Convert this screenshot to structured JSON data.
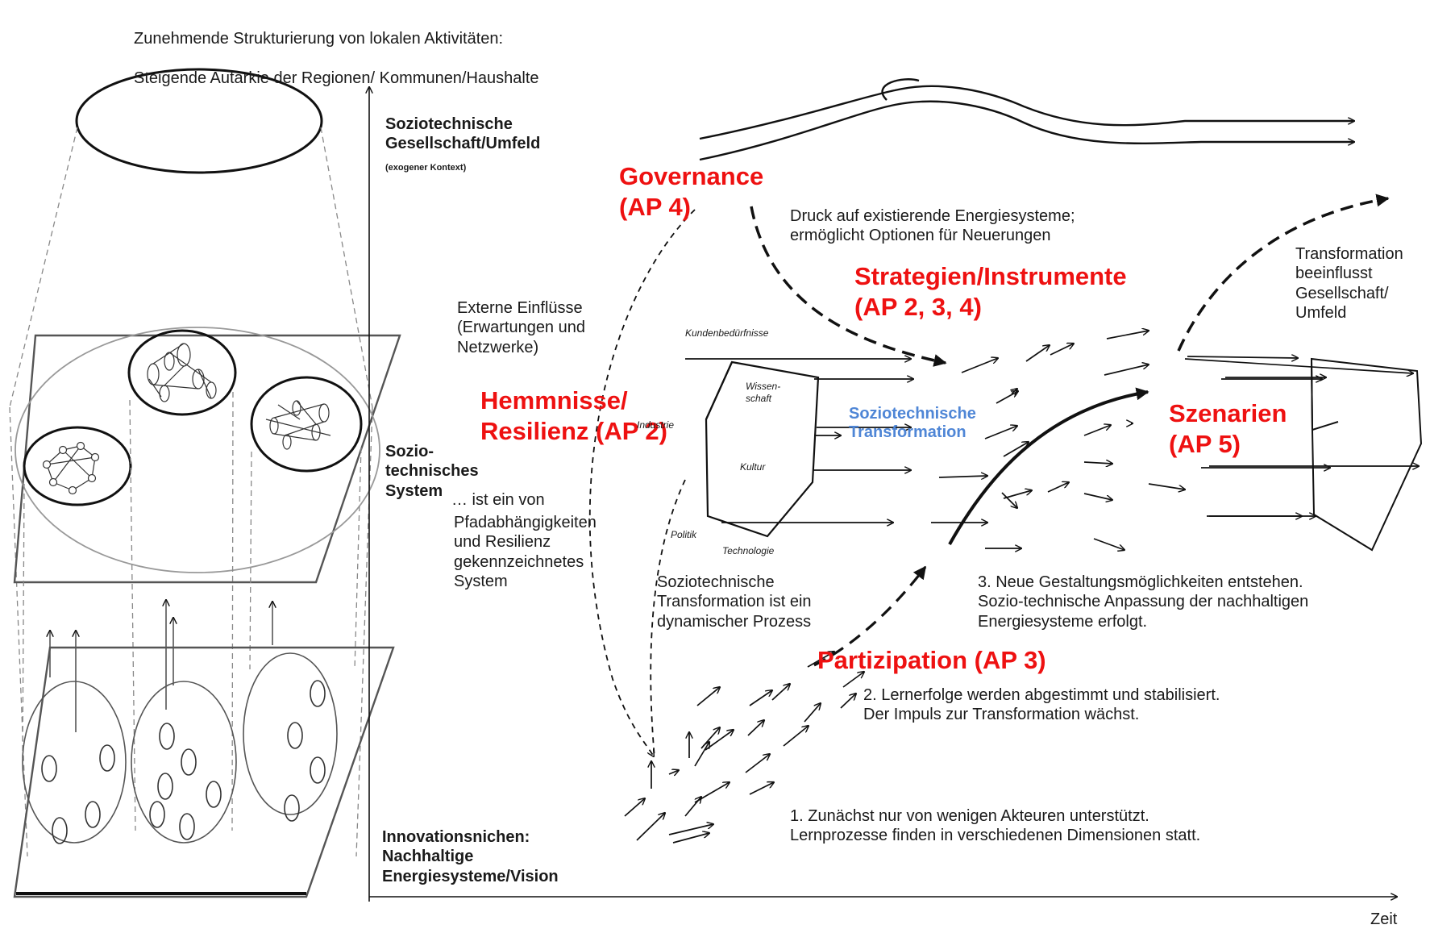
{
  "header": {
    "line1": "Zunehmende Strukturierung von lokalen Aktivitäten:",
    "line2": "Steigende Autarkie der Regionen/ Kommunen/Haushalte"
  },
  "levels": {
    "landscape_title": "Soziotechnische\nGesellschaft/Umfeld",
    "landscape_sub": "(exogener Kontext)",
    "regime_title": "Sozio-\ntechnisches\nSystem",
    "regime_desc_first": "… ist ein von",
    "regime_desc_rest": "Pfadabhängigkeiten\nund Resilienz\ngekennzeichnetes\nSystem",
    "niche_title": "Innovationsnichen:\nNachhaltige\nEnergiesysteme/Vision"
  },
  "red_labels": {
    "governance": "Governance\n(AP 4)",
    "strategien": "Strategien/Instrumente\n(AP 2, 3, 4)",
    "hemmnisse": "Hemmnisse/\nResilienz (AP 2)",
    "szenarien": "Szenarien\n(AP 5)",
    "partizipation": "Partizipation (AP 3)"
  },
  "texts": {
    "druck": "Druck auf existierende Energiesysteme;\nermöglicht Optionen für Neuerungen",
    "externe": "Externe Einflüsse\n(Erwartungen und\nNetzwerke)",
    "transformation_beeinflusst": "Transformation\nbeeinflusst\nGesellschaft/\nUmfeld",
    "soz_transformation": "Soziotechnische\nTransformation",
    "dynamisch": "Soziotechnische\nTransformation ist ein\ndynamischer Prozess",
    "step3": "3. Neue Gestaltungsmöglichkeiten entstehen.\nSozio-technische Anpassung der nachhaltigen\nEnergiesysteme erfolgt.",
    "step2": "2. Lernerfolge werden abgestimmt und stabilisiert.\nDer Impuls zur  Transformation wächst.",
    "step1": "1. Zunächst nur von wenigen Akteuren unterstützt.\nLernprozesse finden in verschiedenen Dimensionen statt."
  },
  "hexagon_labels": {
    "kunden": "Kundenbedürfnisse",
    "wissen": "Wissen-\nschaft",
    "industrie": "Industrie",
    "kultur": "Kultur",
    "politik": "Politik",
    "technologie": "Technologie"
  },
  "axis": {
    "x_label": "Zeit"
  },
  "colors": {
    "accent_red": "#ee1111",
    "accent_blue": "#4f86d6",
    "ink": "#1a1a1a"
  }
}
